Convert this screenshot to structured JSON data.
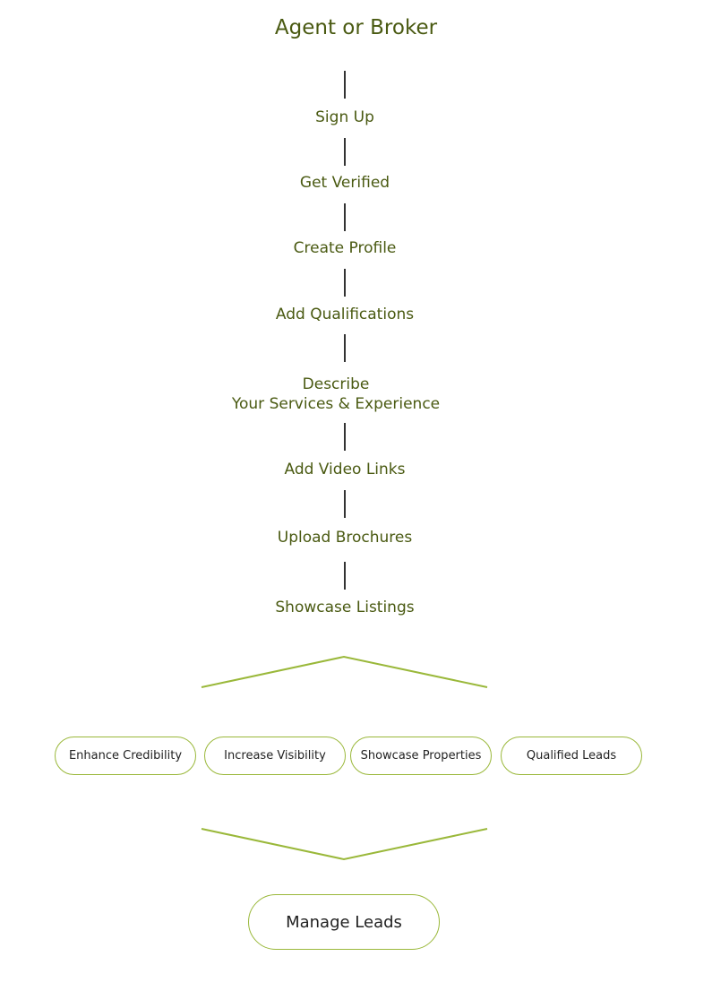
{
  "title": "Agent or Broker",
  "steps": [
    {
      "label": "Sign Up"
    },
    {
      "label": "Get Verified"
    },
    {
      "label": "Create Profile"
    },
    {
      "label": "Add Qualifications"
    },
    {
      "label_line1": "Describe",
      "label_line2": "Your Services & Experience"
    },
    {
      "label": "Add Video Links"
    },
    {
      "label": "Upload Brochures"
    },
    {
      "label": "Showcase Listings"
    }
  ],
  "outcomes": [
    "Enhance Credibility",
    "Increase Visibility",
    "Showcase Properties",
    "Qualified Leads"
  ],
  "final": "Manage Leads",
  "colors": {
    "text": "#4a5a12",
    "accent": "#9ab83a",
    "line": "#333333"
  }
}
